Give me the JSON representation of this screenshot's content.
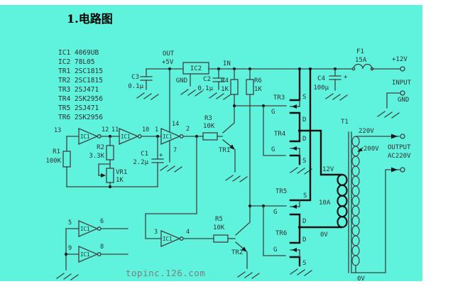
{
  "title": "1.电路图",
  "watermark": "topinc.126.com",
  "colors": {
    "background": "#5ff3de",
    "wire": "#404040",
    "heavy_wire": "#101010",
    "text": "#303030",
    "page": "#ffffff"
  },
  "parts": [
    "IC1  4069UB",
    "IC2  78L05",
    "TR1  2SC1815",
    "TR2  2SC1815",
    "TR3  2SJ471",
    "TR4  2SK2956",
    "TR5  2SJ471",
    "TR6  2SK2956"
  ],
  "ic": {
    "inverter": "IC1",
    "regulator": "IC2"
  },
  "pins": {
    "p1": "1",
    "p2": "2",
    "p3": "3",
    "p4": "4",
    "p5": "5",
    "p6": "6",
    "p7": "7",
    "p8": "8",
    "p9": "9",
    "p10": "10",
    "p11": "11",
    "p12": "12",
    "p13": "13",
    "p14": "14"
  },
  "labels": {
    "out": "OUT",
    "v5": "+5V",
    "in": "IN",
    "gnd": "GND",
    "v12": "+12V",
    "input": "INPUT",
    "f1": "F1",
    "f1_rating": "15A",
    "r1": "R1",
    "r1_val": "100K",
    "r2": "R2",
    "r2_val": "3.3K",
    "r3": "R3",
    "r_10k": "10K",
    "r4": "R4",
    "r5": "R5",
    "r6": "R6",
    "r_1k": "1K",
    "vr1": "VR1",
    "vr1_val": "1K",
    "c1": "C1",
    "c1_val": "2.2μ",
    "c2": "C2",
    "c3": "C3",
    "c_01": "0.1μ",
    "c4": "C4",
    "c4_val": "100μ",
    "plus": "+",
    "tr1": "TR1",
    "tr2": "TR2",
    "tr3": "TR3",
    "tr4": "TR4",
    "tr5": "TR5",
    "tr6": "TR6",
    "g": "G",
    "s": "S",
    "d": "D",
    "t1": "T1",
    "v220": "220V",
    "v200": "200V",
    "v12_tap": "12V",
    "a10": "10A",
    "v0": "0V",
    "output": "OUTPUT",
    "ac220": "AC220V"
  }
}
